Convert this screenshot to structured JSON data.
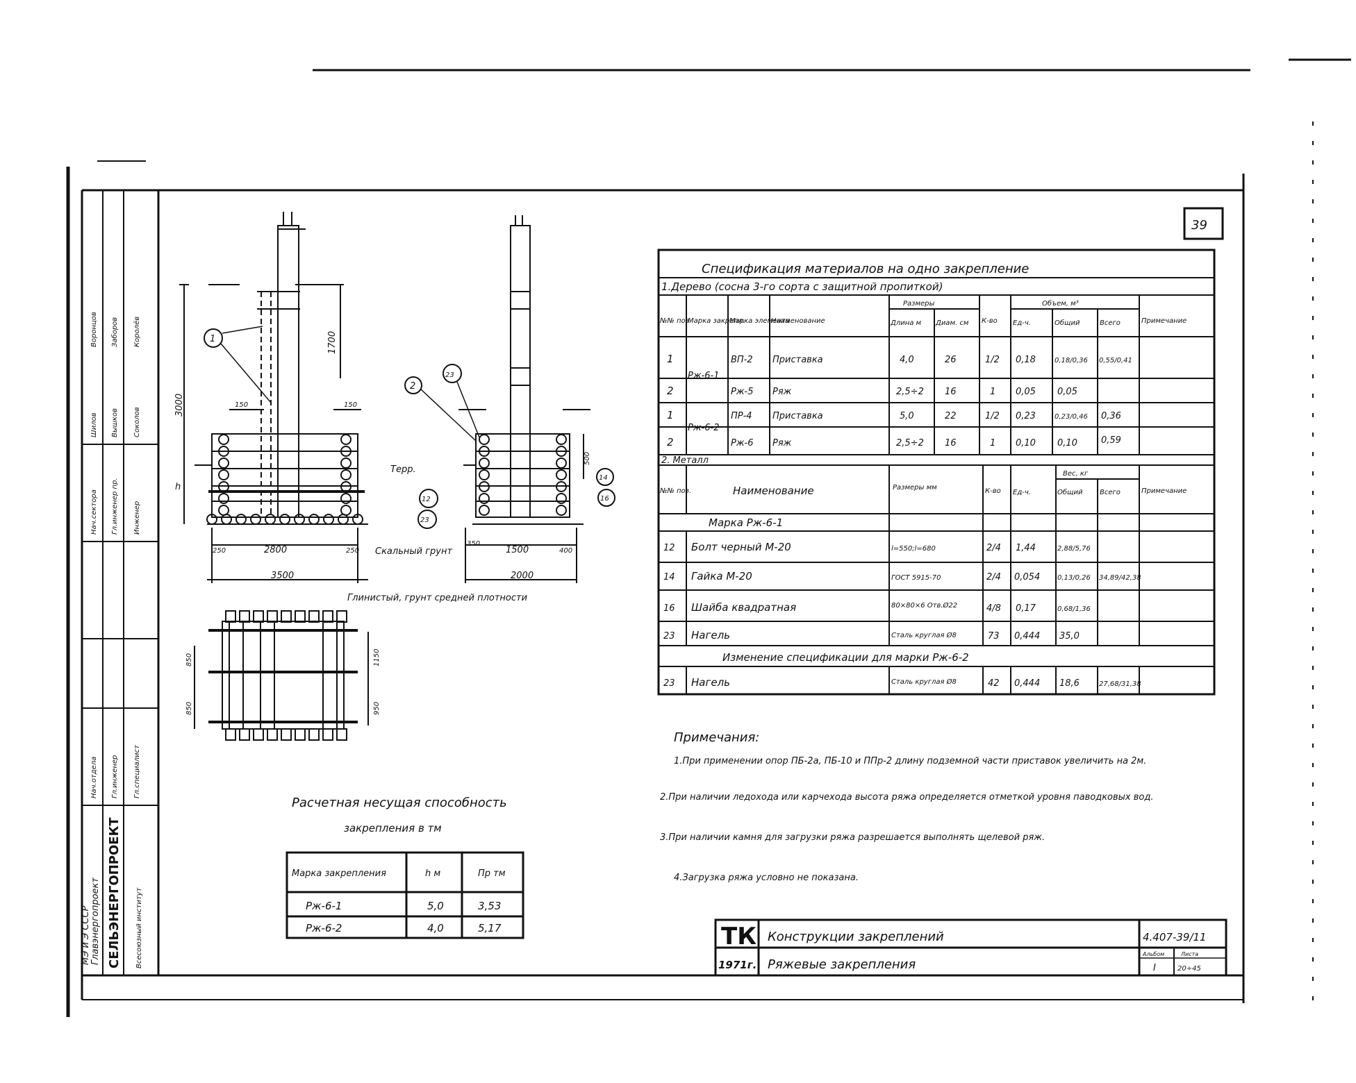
{
  "sheet_number": "39",
  "stamp_vertical": {
    "org_line1": "МЭ и Э СССР",
    "org_line2": "Главэнергопроект",
    "org_brand": "СЕЛЬЭНЕРГОПРОЕКТ",
    "org_line3": "Всесоюзный институт",
    "roles": [
      "Нач.отдела",
      "Гл.инженер",
      "Гл.специалист",
      "Нач.сектора",
      "Гл.инженер пр.",
      "Инженер"
    ],
    "names": [
      "Воронцов",
      "Заборов",
      "Королёв",
      "Шилов",
      "Вышков",
      "Соколов"
    ]
  },
  "spec_table": {
    "title": "Спецификация материалов на одно закрепление",
    "section1_title": "1.Дерево (сосна 3-го сорта с защитной пропиткой)",
    "col_headers": [
      "№№ поз.",
      "Марка закрепл.",
      "Марка элемента",
      "Наименование",
      "Длина м",
      "Диам. см",
      "К-во",
      "Ед-ч.",
      "Общий",
      "Всего",
      "Примечание"
    ],
    "group_headers": {
      "dims": "Размеры",
      "volume": "Объем, м³"
    },
    "rows1": [
      {
        "pos": "1",
        "mark": "Рж-6-1",
        "elem": "ВП-2",
        "name": "Приставка",
        "len": "4,0",
        "diam": "26",
        "qty": "1/2",
        "unit": "0,18",
        "total": "0,18/0,36",
        "sum": "0,55/0,41"
      },
      {
        "pos": "2",
        "mark": "",
        "elem": "Рж-5",
        "name": "Ряж",
        "len": "2,5÷2",
        "diam": "16",
        "qty": "1",
        "unit": "0,05",
        "total": "0,05",
        "sum": ""
      },
      {
        "pos": "1",
        "mark": "Рж-6-2",
        "elem": "ПР-4",
        "name": "Приставка",
        "len": "5,0",
        "diam": "22",
        "qty": "1/2",
        "unit": "0,23",
        "total": "0,23/0,46",
        "sum": "0,36"
      },
      {
        "pos": "2",
        "mark": "",
        "elem": "Рж-6",
        "name": "Ряж",
        "len": "2,5÷2",
        "diam": "16",
        "qty": "1",
        "unit": "0,10",
        "total": "0,10",
        "sum": "0,59"
      }
    ],
    "section2_title": "2. Металл",
    "col_headers2": [
      "№№ поз.",
      "Наименование",
      "Размеры мм",
      "К-во",
      "Ед-ч.",
      "Общий",
      "Всего",
      "Примечание"
    ],
    "group_headers2": {
      "weight": "Вес, кг"
    },
    "mark_row": "Марка Рж-6-1",
    "rows2": [
      {
        "pos": "12",
        "name": "Болт черный М-20",
        "size": "l=550;l=680",
        "qty": "2/4",
        "unit": "1,44",
        "total": "2,88/5,76",
        "sum": "34,89/42,38"
      },
      {
        "pos": "14",
        "name": "Гайка М-20",
        "size": "ГОСТ 5915-70",
        "qty": "2/4",
        "unit": "0,054",
        "total": "0,13/0,26",
        "sum": ""
      },
      {
        "pos": "16",
        "name": "Шайба квадратная",
        "size": "80×80×6 Отв.Ø22",
        "qty": "4/8",
        "unit": "0,17",
        "total": "0,68/1,36",
        "sum": ""
      },
      {
        "pos": "23",
        "name": "Нагель",
        "size": "Сталь круглая Ø8",
        "qty": "73",
        "unit": "0,444",
        "total": "35,0",
        "sum": ""
      }
    ],
    "change_row": "Изменение спецификации для марки Рж-6-2",
    "rows3": [
      {
        "pos": "23",
        "name": "Нагель",
        "size": "Сталь круглая Ø8",
        "qty": "42",
        "unit": "0,444",
        "total": "18,6",
        "sum": "27,68/31,38"
      }
    ]
  },
  "notes": {
    "title": "Примечания:",
    "items": [
      "1.При применении опор ПБ-2а, ПБ-10 и ППр-2 длину подземной части приставок увеличить на 2м.",
      "2.При наличии ледохода или карчехода высота ряжа определяется отметкой уровня паводковых вод.",
      "3.При наличии камня для загрузки ряжа разрешается выполнять щелевой ряж.",
      "4.Загрузка ряжа условно не показана."
    ]
  },
  "capacity_table": {
    "title_line1": "Расчетная несущая способность",
    "title_line2": "закрепления в тм",
    "headers": [
      "Марка закрепления",
      "h м",
      "Пр тм"
    ],
    "rows": [
      {
        "mark": "Рж-6-1",
        "h": "5,0",
        "p": "3,53"
      },
      {
        "mark": "Рж-6-2",
        "h": "4,0",
        "p": "5,17"
      }
    ]
  },
  "drawing_labels": {
    "dim_3000": "3000",
    "dim_1700": "1700",
    "dim_150a": "150",
    "dim_150b": "150",
    "dim_2800": "2800",
    "dim_3500": "3500",
    "dim_250a": "250",
    "dim_250b": "250",
    "dim_1500": "1500",
    "dim_2000": "2000",
    "dim_350": "350",
    "dim_400": "400",
    "dim_500": "500",
    "dim_850a": "850",
    "dim_850b": "850",
    "dim_1150": "1150",
    "dim_950": "950",
    "label_h": "h",
    "label_terrain": "Терр.",
    "label_soil1": "Скальный грунт",
    "label_soil2": "Глинистый, грунт средней плотности",
    "callout_1": "1",
    "callout_2": "2",
    "callout_23": "23",
    "callout_12": "12",
    "callout_14": "14",
    "callout_16": "16",
    "callout_23b": "23"
  },
  "title_block": {
    "logo": "ТК",
    "line1": "Конструкции закреплений",
    "code": "4.407-39/11",
    "year": "1971г.",
    "line2": "Ряжевые закрепления",
    "album_label": "Альбом",
    "album": "I",
    "sheet_label": "Листа",
    "sheets": "20÷45"
  }
}
